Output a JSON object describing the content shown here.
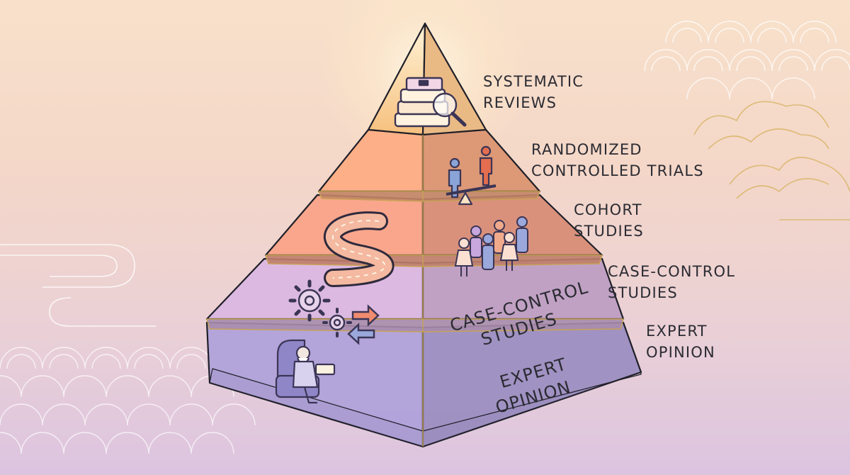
{
  "pyramid": {
    "levels": [
      {
        "id": "systematic-reviews",
        "label_lines": [
          "SYSTEMATIC",
          "REVIEWS"
        ],
        "face_lines": [],
        "color": "#f6c48c",
        "icon": "books-magnifier-icon"
      },
      {
        "id": "rct",
        "label_lines": [
          "RANDOMIZED",
          "CONTROLLED TRIALS"
        ],
        "face_lines": [],
        "color": "#f3a67f",
        "icon": "balance-scale-people-icon"
      },
      {
        "id": "cohort",
        "label_lines": [
          "COHORT",
          "STUDIES"
        ],
        "face_lines": [],
        "color": "#ef9d84",
        "icon": "crowd-path-icon"
      },
      {
        "id": "case-control",
        "label_lines": [
          "CASE-CONTROL",
          "STUDIES"
        ],
        "face_lines": [
          "CASE-CONTROL",
          "STUDIES"
        ],
        "color": "#d3b0d8",
        "icon": "gears-arrows-icon"
      },
      {
        "id": "expert-opinion",
        "label_lines": [
          "EXPERT",
          "OPINION"
        ],
        "face_lines": [
          "EXPERT",
          "OPINION"
        ],
        "color": "#ad9ed6",
        "icon": "elder-reading-icon"
      }
    ]
  },
  "colors": {
    "outline": "#1f1f28",
    "gold": "#c8a354",
    "icon_ink": "#3b3555"
  }
}
